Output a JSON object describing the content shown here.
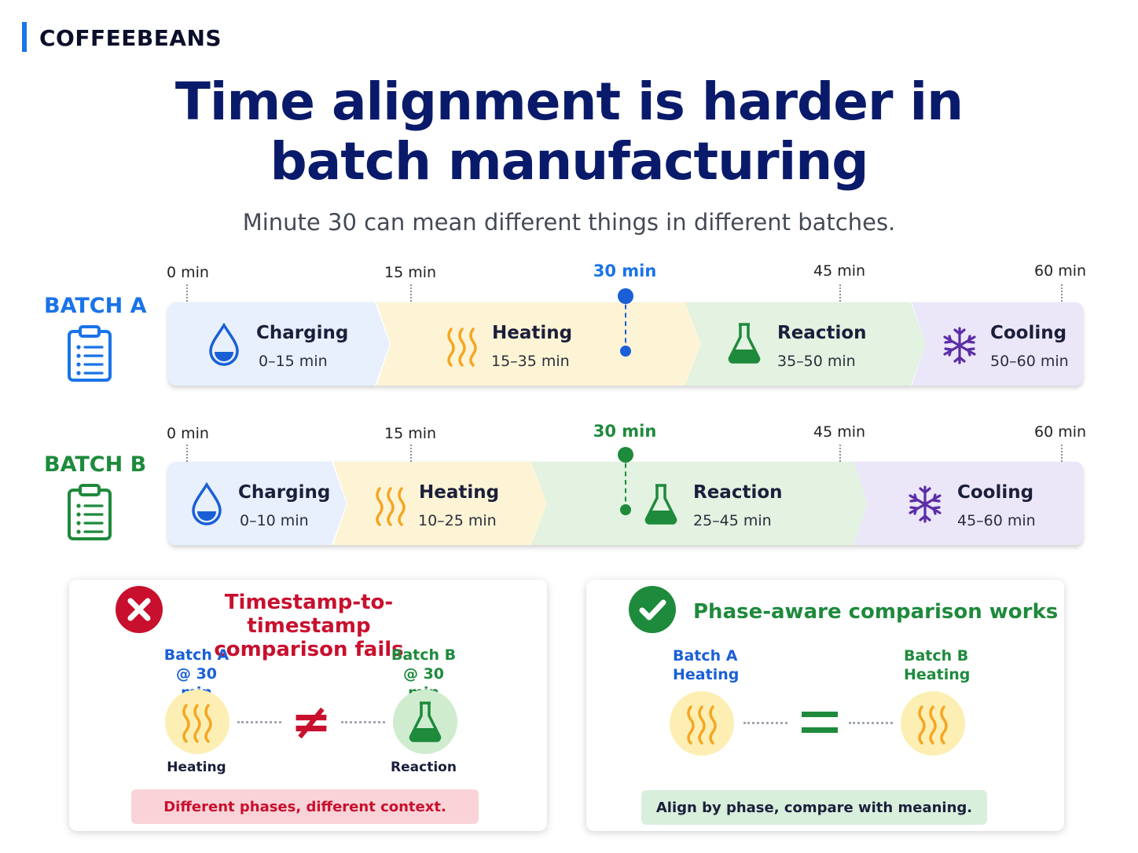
{
  "brand": {
    "name": "COFFEEBEANS",
    "color": "#1a73e8"
  },
  "title": {
    "line1": "Time alignment is harder in",
    "line2": "batch manufacturing"
  },
  "subtitle": "Minute 30 can mean different things in different batches.",
  "ticks": [
    "0 min",
    "15 min",
    "30 min",
    "45 min",
    "60 min"
  ],
  "batches": [
    {
      "label": "BATCH A",
      "color": "#1a73e8",
      "phases": [
        {
          "name": "Charging",
          "range": "0–15 min",
          "icon": "water-drop-icon"
        },
        {
          "name": "Heating",
          "range": "15–35 min",
          "icon": "heat-waves-icon"
        },
        {
          "name": "Reaction",
          "range": "35–50 min",
          "icon": "flask-icon"
        },
        {
          "name": "Cooling",
          "range": "50–60 min",
          "icon": "snowflake-icon"
        }
      ]
    },
    {
      "label": "BATCH B",
      "color": "#1e8a3c",
      "phases": [
        {
          "name": "Charging",
          "range": "0–10 min",
          "icon": "water-drop-icon"
        },
        {
          "name": "Heating",
          "range": "10–25 min",
          "icon": "heat-waves-icon"
        },
        {
          "name": "Reaction",
          "range": "25–45 min",
          "icon": "flask-icon"
        },
        {
          "name": "Cooling",
          "range": "45–60 min",
          "icon": "snowflake-icon"
        }
      ]
    }
  ],
  "phase_colors": {
    "charging": "#e7f0fc",
    "heating": "#fdf4d6",
    "reaction": "#e3f2e1",
    "cooling": "#ece6f9"
  },
  "comparison_fail": {
    "title_line1": "Timestamp-to-timestamp",
    "title_line2": "comparison fails",
    "left_label_line1": "Batch A",
    "left_label_line2": "@ 30 min",
    "right_label_line1": "Batch B",
    "right_label_line2": "@ 30 min",
    "left_phase": "Heating",
    "right_phase": "Reaction",
    "operator": "≠",
    "note": "Different phases, different context.",
    "color": "#c8102e"
  },
  "comparison_ok": {
    "title": "Phase-aware comparison works",
    "left_label_line1": "Batch A",
    "left_label_line2": "Heating",
    "right_label_line1": "Batch B",
    "right_label_line2": "Heating",
    "note": "Align by phase, compare with meaning.",
    "color": "#1e8a3c"
  }
}
